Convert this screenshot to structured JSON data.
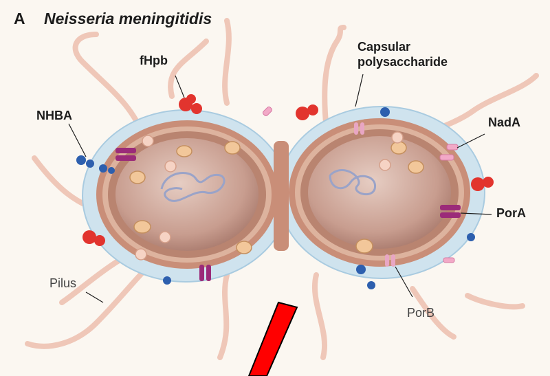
{
  "figure": {
    "panel_letter": "A",
    "title": "Neisseria meningitidis"
  },
  "labels": {
    "fhpb": "fHpb",
    "capsular": "Capsular",
    "polysaccharide": "polysaccharide",
    "nhba": "NHBA",
    "nada": "NadA",
    "pora": "PorA",
    "pilus": "Pilus",
    "porb": "PorB"
  },
  "colors": {
    "capsule": "#cfe3ee",
    "membrane": "#c98e78",
    "cytoplasm": "#c7a194",
    "pilus": "#efc7b8",
    "fhpb": "#e2342e",
    "nhba": "#2d5fae",
    "pora": "#9b2b79",
    "porb": "#e8a6c3",
    "pointer": "#ff0000"
  }
}
